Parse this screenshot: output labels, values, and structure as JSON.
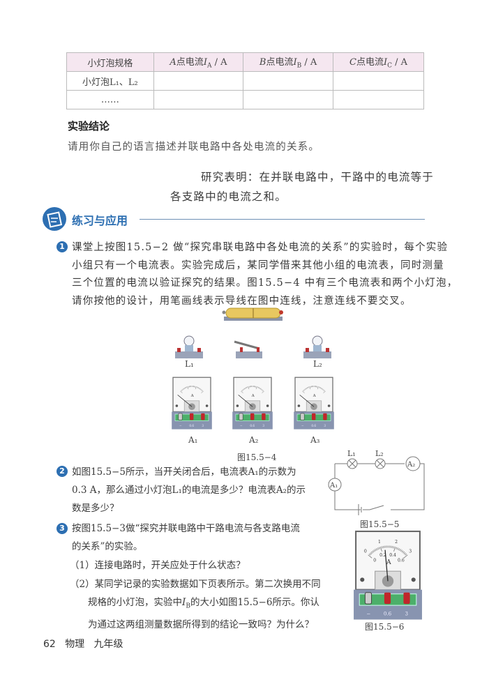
{
  "table": {
    "headers": [
      "小灯泡规格",
      "A点电流I_A / A",
      "B点电流I_B / A",
      "C点电流I_C / A"
    ],
    "rows": [
      [
        "小灯泡L₁、L₂",
        "",
        "",
        ""
      ],
      [
        "……",
        "",
        "",
        ""
      ]
    ]
  },
  "conclusion": {
    "heading": "实验结论",
    "text": "请用你自己的语言描述并联电路中各处电流的关系。"
  },
  "research": {
    "line1": "研究表明：在并联电路中，干路中的电流等于",
    "line2": "各支路中的电流之和。"
  },
  "section": {
    "title": "练习与应用",
    "icon": "exercise-clipboard-icon",
    "accent": "#2d6fb2"
  },
  "q1": {
    "num": "1",
    "lines": [
      "课堂上按图15.5−2 做“探究串联电路中各处电流的关系”的实验时，每个实验",
      "小组只有一个电流表。实验完成后，某同学借来其他小组的电流表，同时测量",
      "三个位置的电流以验证探究的结果。图15.5−4 中有三个电流表和两个小灯泡，",
      "请你按他的设计，用笔画线表示导线在图中连线，注意连线不要交叉。"
    ]
  },
  "fig4": {
    "caption": "图15.5−4",
    "labels": {
      "l1": "L₁",
      "l2": "L₂",
      "a1": "A₁",
      "a2": "A₂",
      "a3": "A₃"
    }
  },
  "q2": {
    "num": "2",
    "lines": [
      "如图15.5−5所示，当开关闭合后，电流表A₁的示数为",
      "0.3 A，那么通过小灯泡L₁的电流是多少？电流表A₂的示",
      "数是多少？"
    ]
  },
  "q3": {
    "num": "3",
    "lines": [
      "按图15.5−3做“探究并联电路中干路电流与各支路电流",
      "的关系”的实验。"
    ],
    "sub1": "（1）连接电路时，开关应处于什么状态？",
    "sub2": [
      "（2）某同学记录的实验数据如下页表所示。第二次换用不同",
      "规格的小灯泡，实验中I_B的大小如图15.5−6所示。你认",
      "为通过这两组测量数据所得到的结论一致吗？为什么？"
    ]
  },
  "fig5": {
    "caption": "图15.5−5",
    "l1": "L₁",
    "l2": "L₂",
    "a1": "A₁",
    "a2": "A₂"
  },
  "fig6": {
    "caption": "图15.5−6",
    "scale_top": [
      "0",
      "1",
      "2",
      "3"
    ],
    "scale_bottom": [
      "0",
      "0.2",
      "0.4",
      "0.6"
    ],
    "unit": "A",
    "terminals": [
      "−",
      "0.6",
      "3"
    ],
    "reading_fraction": 0.45
  },
  "footer": {
    "page": "62",
    "subject": "物理",
    "grade": "九年级"
  }
}
